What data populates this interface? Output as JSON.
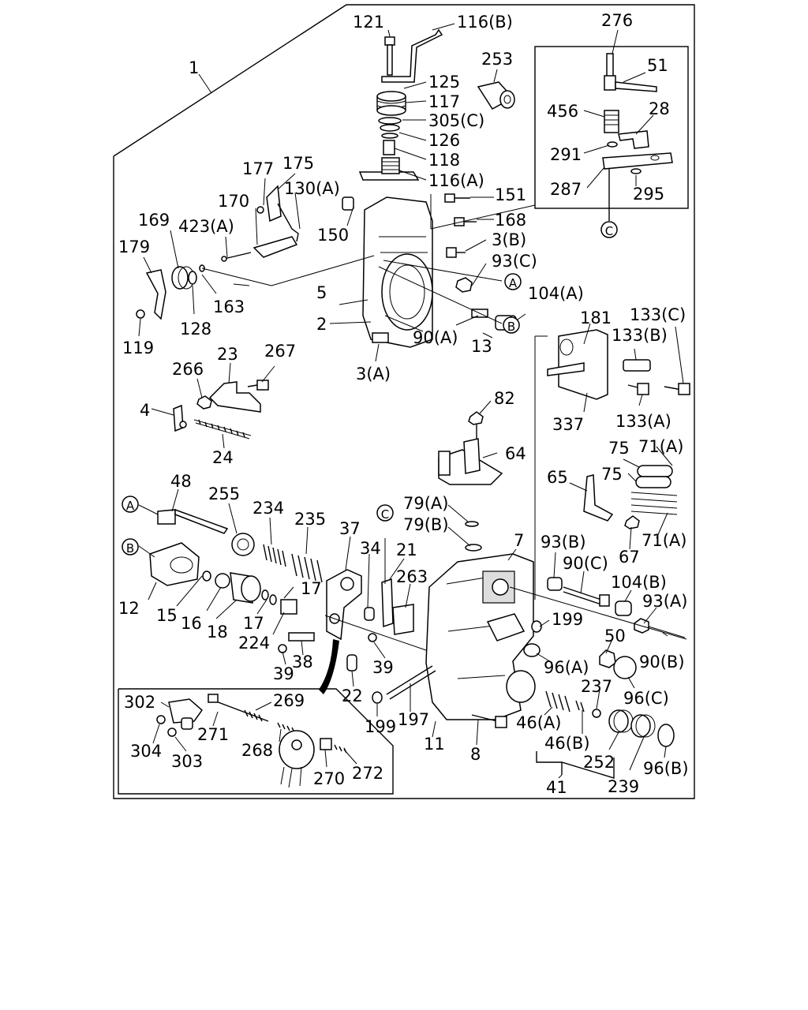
{
  "figure": {
    "labels": {
      "l1": "1",
      "l121": "121",
      "l116b": "116(B)",
      "l276": "276",
      "l253": "253",
      "l51": "51",
      "l125": "125",
      "l117": "117",
      "l305c": "305(C)",
      "l126": "126",
      "l118": "118",
      "l456": "456",
      "l28": "28",
      "l291": "291",
      "l116a": "116(A)",
      "l287": "287",
      "l295": "295",
      "l177": "177",
      "l175": "175",
      "l130a": "130(A)",
      "l151": "151",
      "l170": "170",
      "l168": "168",
      "l169": "169",
      "l423a": "423(A)",
      "l150": "150",
      "l3b": "3(B)",
      "l179": "179",
      "l93c": "93(C)",
      "l5": "5",
      "l104a": "104(A)",
      "l163": "163",
      "l128": "128",
      "l2": "2",
      "l90a": "90(A)",
      "l13": "13",
      "l119": "119",
      "l181": "181",
      "l133c": "133(C)",
      "l133b": "133(B)",
      "l3a": "3(A)",
      "l23": "23",
      "l267": "267",
      "l266": "266",
      "l4": "4",
      "l337": "337",
      "l133a": "133(A)",
      "l82": "82",
      "l24": "24",
      "l64": "64",
      "l75a": "75",
      "l71a1": "71(A)",
      "l75b": "75",
      "l48": "48",
      "l65": "65",
      "l255": "255",
      "l234": "234",
      "l235": "235",
      "l79a": "79(A)",
      "l37": "37",
      "l79b": "79(B)",
      "l7": "7",
      "l71a2": "71(A)",
      "l34": "34",
      "l21": "21",
      "l93b": "93(B)",
      "l263": "263",
      "l67": "67",
      "l90c": "90(C)",
      "l104b": "104(B)",
      "l12": "12",
      "l17a": "17",
      "l93a": "93(A)",
      "l15": "15",
      "l16": "16",
      "l18": "18",
      "l17b": "17",
      "l199a": "199",
      "l224": "224",
      "l50": "50",
      "l90b": "90(B)",
      "l38": "38",
      "l39a": "39",
      "l39b": "39",
      "l96a": "96(A)",
      "l237": "237",
      "l22": "22",
      "l96c": "96(C)",
      "l302": "302",
      "l269": "269",
      "l199b": "199",
      "l197": "197",
      "l46a": "46(A)",
      "l271": "271",
      "l268": "268",
      "l46b": "46(B)",
      "l11": "11",
      "l304": "304",
      "l303": "303",
      "l8": "8",
      "l252": "252",
      "l270": "270",
      "l272": "272",
      "l96b": "96(B)",
      "l41": "41",
      "l239": "239"
    },
    "markers": {
      "a1": "A",
      "a2": "A",
      "b1": "B",
      "b2": "B",
      "c1": "C",
      "c2": "C"
    }
  }
}
